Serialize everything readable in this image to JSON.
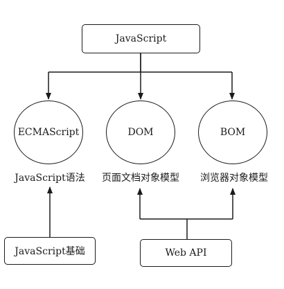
{
  "nodes": {
    "javascript": "JavaScript",
    "ecmascript": "ECMAScript",
    "dom": "DOM",
    "bom": "BOM",
    "js_basics": "JavaScript基础",
    "web_api": "Web API"
  },
  "captions": {
    "ecmascript": "JavaScript语法",
    "dom": "页面文档对象模型",
    "bom": "浏览器对象模型"
  }
}
